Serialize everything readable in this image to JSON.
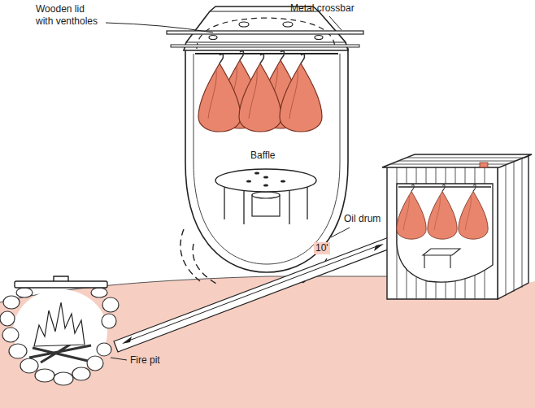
{
  "diagram": {
    "labels": [
      "Wooden lid with ventholes",
      "Metal crossbar",
      "Baffle",
      "Oil drum",
      "10'",
      "Fire pit"
    ]
  }
}
